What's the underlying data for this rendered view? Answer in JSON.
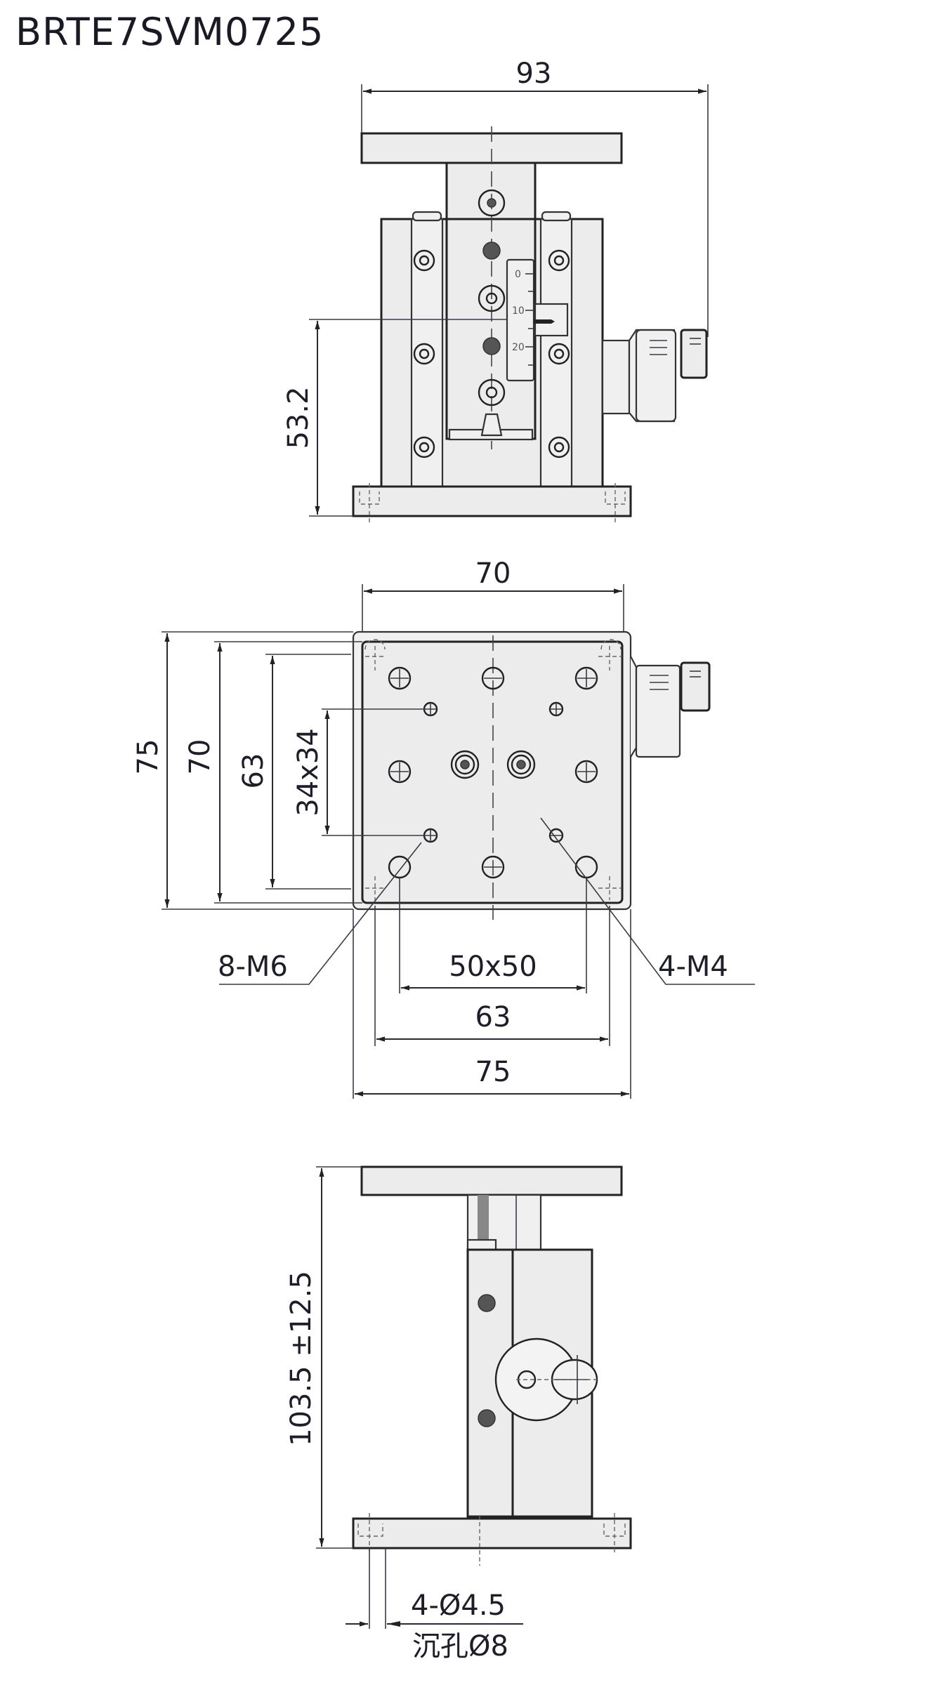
{
  "title": "BRTE7SVM0725",
  "views": {
    "front": {
      "dims": {
        "overall_width": "93",
        "height_to_pointer": "53.2"
      },
      "scale_marks": [
        "0",
        "10",
        "20"
      ]
    },
    "plan": {
      "dims": {
        "top_width": "70",
        "outer_height": "75",
        "inner_height": "70",
        "base_hole_pitch_v": "63",
        "m4_pitch": "34x34",
        "m6_pitch": "50x50",
        "base_hole_pitch_h": "63",
        "base_width": "75"
      },
      "callouts": {
        "m6": "8-M6",
        "m4": "4-M4"
      }
    },
    "side": {
      "dims": {
        "travel_height": "103.5 ±12.5"
      },
      "callouts": {
        "mount_hole": "4-Ø4.5",
        "counterbore": "沉孔Ø8"
      }
    }
  },
  "colors": {
    "part_fill": "#ececec",
    "line": "#222222",
    "background": "#ffffff"
  }
}
